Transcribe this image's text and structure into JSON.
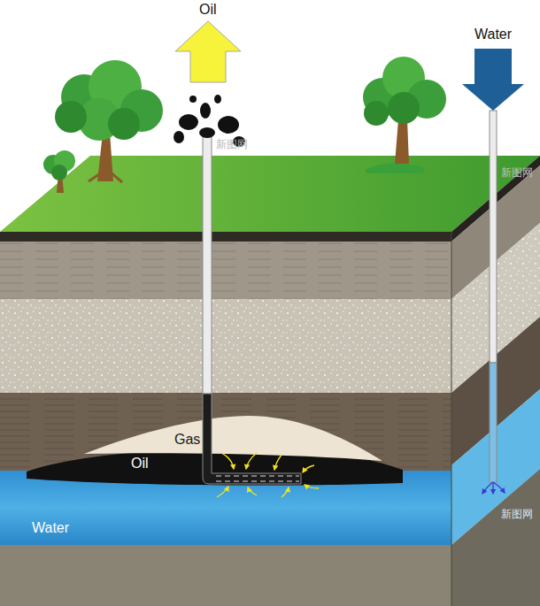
{
  "diagram": {
    "nodes": [
      {
        "text": [
          "Gas"
        ]
      },
      {
        "text": [
          "Oil"
        ]
      },
      {
        "text": [
          "Water"
        ]
      }
    ],
    "labels": [
      "Oil",
      "Water",
      "新图网",
      "新图网",
      "新图网"
    ]
  }
}
